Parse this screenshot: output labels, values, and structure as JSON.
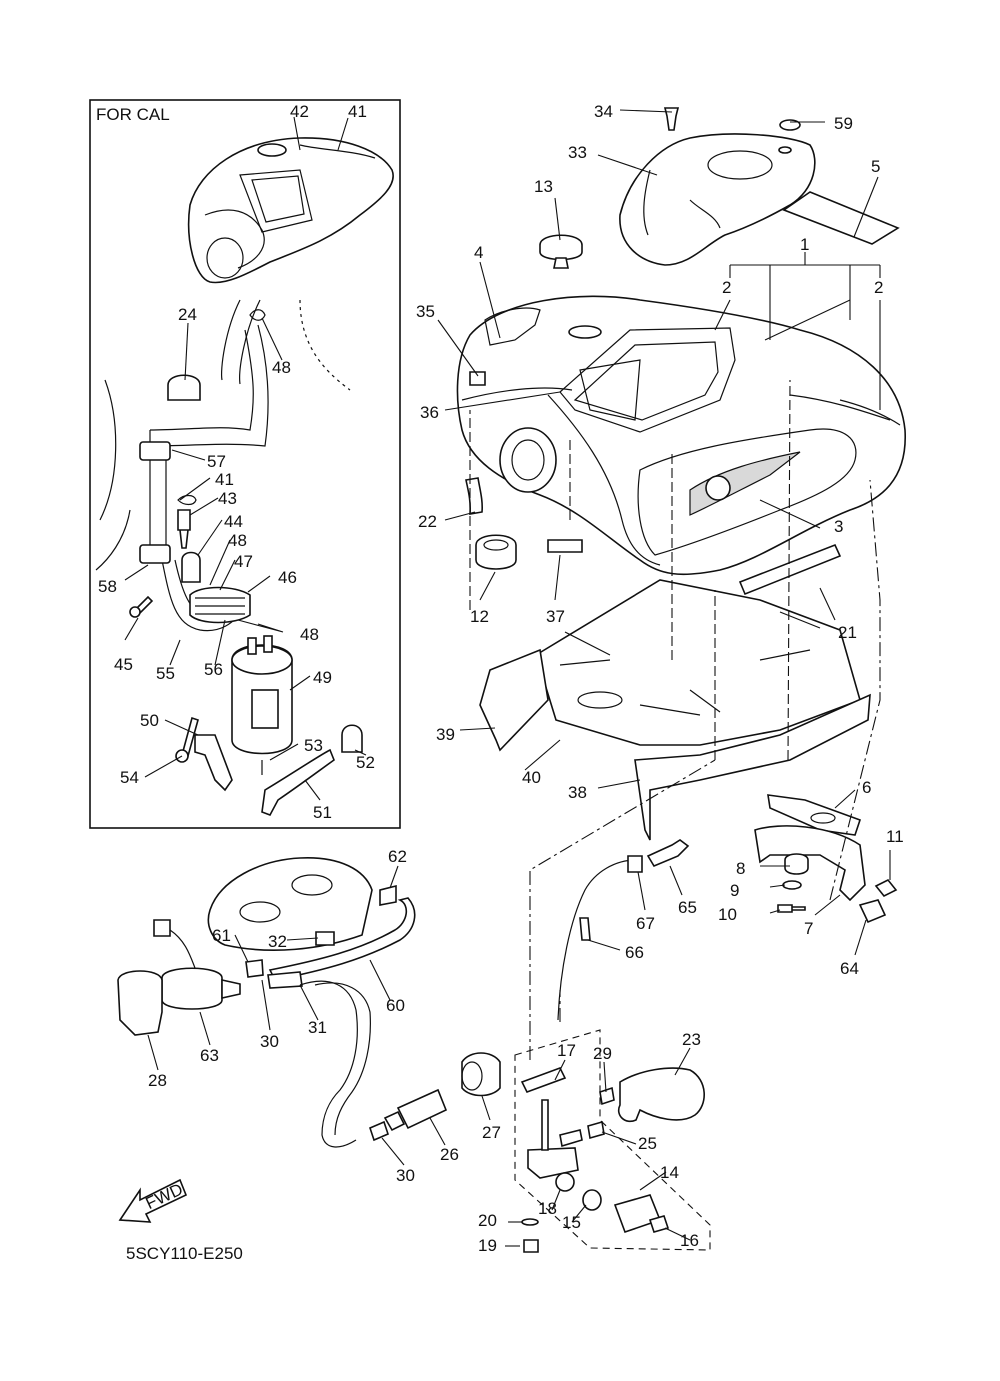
{
  "box_title": "FOR CAL",
  "diagram_code": "5SCY110-E250",
  "fwd_text": "FWD",
  "callouts": [
    "1",
    "2",
    "2",
    "3",
    "4",
    "5",
    "6",
    "7",
    "8",
    "9",
    "10",
    "11",
    "12",
    "13",
    "14",
    "15",
    "16",
    "17",
    "18",
    "19",
    "20",
    "21",
    "22",
    "23",
    "24",
    "25",
    "26",
    "27",
    "28",
    "29",
    "30",
    "30",
    "31",
    "32",
    "33",
    "34",
    "35",
    "36",
    "37",
    "38",
    "39",
    "40",
    "41",
    "41",
    "42",
    "43",
    "44",
    "45",
    "46",
    "47",
    "48",
    "48",
    "48",
    "49",
    "50",
    "51",
    "52",
    "53",
    "54",
    "55",
    "56",
    "57",
    "58",
    "59",
    "60",
    "61",
    "62",
    "63",
    "64",
    "65",
    "66",
    "67"
  ]
}
